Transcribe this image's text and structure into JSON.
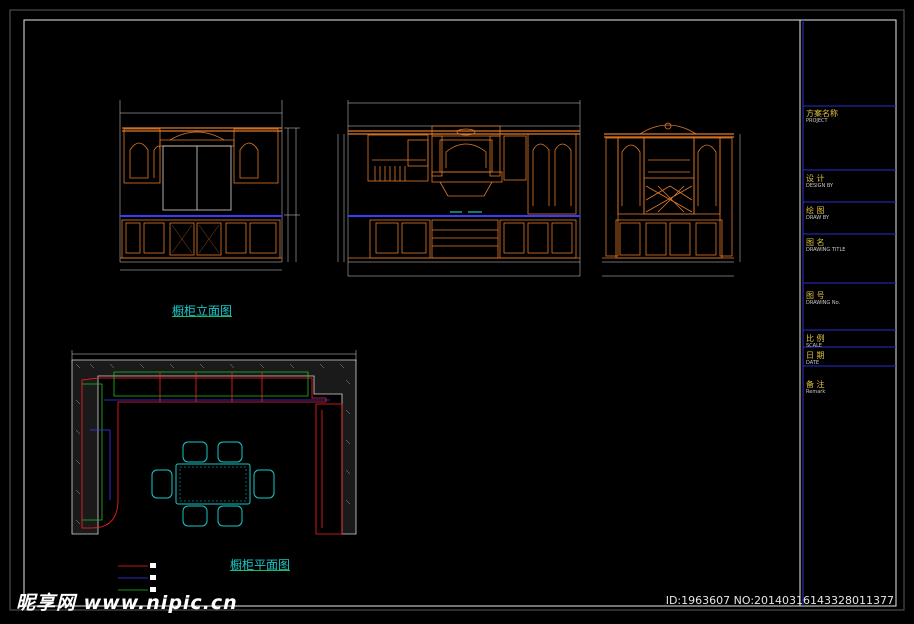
{
  "captions": {
    "elevation": "橱柜立面图",
    "plan": "橱柜平面图"
  },
  "title_block": {
    "rows": [
      {
        "cn": "方案名称",
        "en": "PROJECT"
      },
      {
        "cn": "设  计",
        "en": "DESIGN BY"
      },
      {
        "cn": "绘  图",
        "en": "DRAW BY"
      },
      {
        "cn": "图  名",
        "en": "DRAWING TITLE"
      },
      {
        "cn": "图  号",
        "en": "DRAWING No."
      },
      {
        "cn": "比  例",
        "en": "SCALE"
      },
      {
        "cn": "日  期",
        "en": "DATE"
      },
      {
        "cn": "备  注",
        "en": "Remark"
      }
    ]
  },
  "watermark": {
    "logo": "昵享网 www.nipic.cn",
    "id_text": "ID:1963607 NO:20140316143328011377"
  },
  "colors": {
    "frame": "#e8e8e8",
    "title_lines": "#2b2bd0",
    "cabinet": "#e07a28",
    "dimension": "#d8d8d8",
    "countertop": "#3a3aff",
    "plan_wall": "#d8d8d8",
    "plan_cabinet_outline": "#ff2020",
    "plan_inner": "#20c020",
    "table_set": "#19c9c9",
    "caption": "#19c9c9",
    "title_cn": "#e0c040"
  }
}
